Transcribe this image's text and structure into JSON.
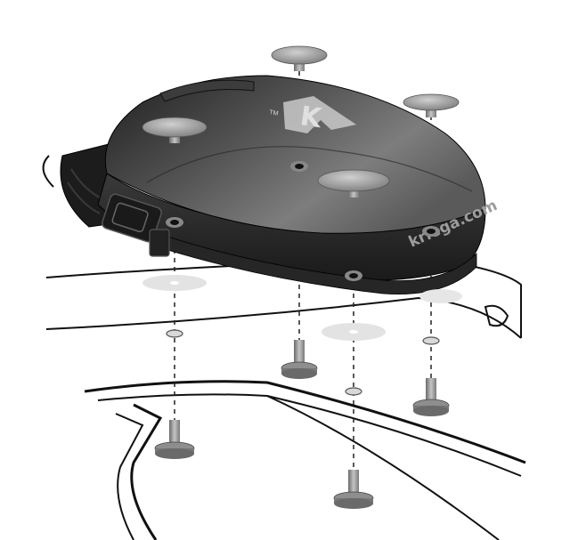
{
  "figure": {
    "logo_letter": "K",
    "logo_mark": "TM",
    "brand_url": "kriega.com"
  },
  "colors": {
    "bag_dark": "#2b2b2b",
    "bag_mid": "#4a4a4a",
    "bag_light": "#8a8a8a",
    "hardware": "#9a9a9a",
    "washer": "#e2e2e2",
    "outline": "#111111"
  },
  "icons": {
    "bolt": "hex-bolt-icon",
    "cap": "mushroom-cap-icon",
    "washer": "washer-icon",
    "grommet": "eyelet-icon"
  }
}
